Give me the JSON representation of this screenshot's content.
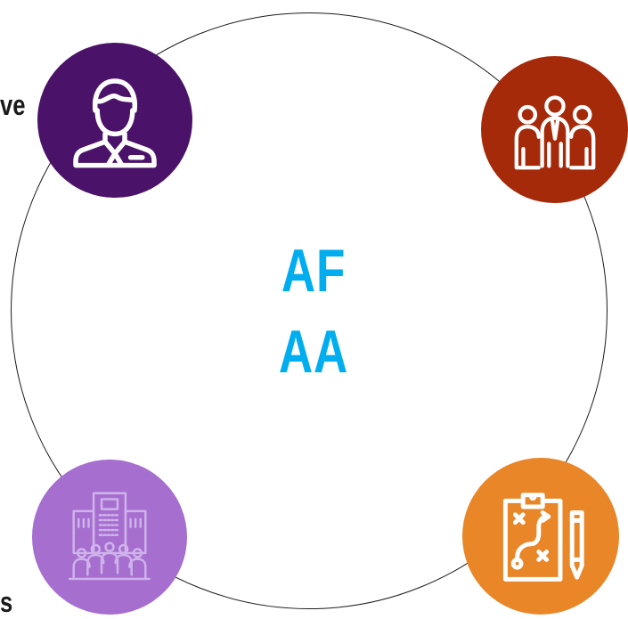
{
  "center": {
    "line1": "AF",
    "line2": "AA"
  },
  "edge_labels": {
    "top_left": "ve",
    "bottom_left": "s"
  },
  "nodes": [
    {
      "position": "top-left",
      "icon": "professional-person-icon",
      "color": "#4a1268"
    },
    {
      "position": "top-right",
      "icon": "team-group-icon",
      "color": "#a52a0a"
    },
    {
      "position": "bottom-left",
      "icon": "building-people-icon",
      "color": "#a66fcf"
    },
    {
      "position": "bottom-right",
      "icon": "strategy-clipboard-icon",
      "color": "#e98628"
    }
  ],
  "colors": {
    "center_text": "#00aeef",
    "ring": "#1a1a1a"
  }
}
